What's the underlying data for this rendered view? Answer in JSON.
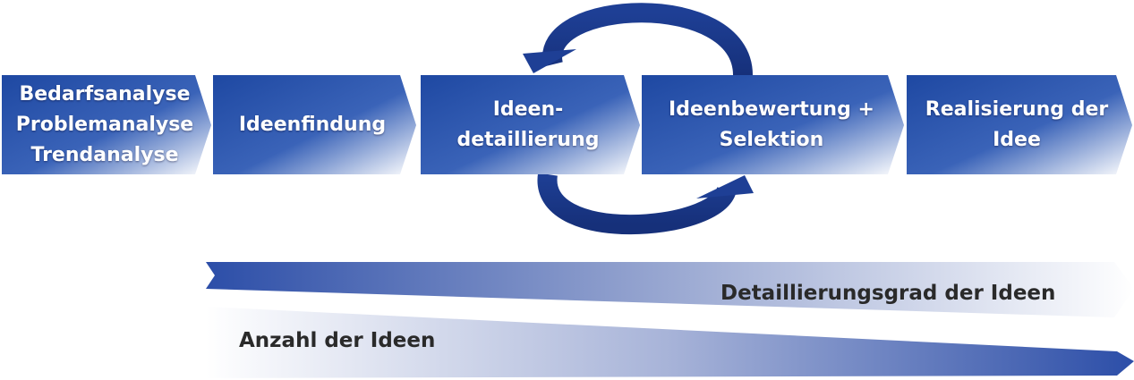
{
  "stages": [
    {
      "lines": [
        "Bedarfsanalyse",
        "Problemanalyse",
        "Trendanalyse"
      ]
    },
    {
      "lines": [
        "Ideenfindung"
      ]
    },
    {
      "lines": [
        "Ideen-",
        "detaillierung"
      ]
    },
    {
      "lines": [
        "Ideenbewertung +",
        "Selektion"
      ]
    },
    {
      "lines": [
        "Realisierung der",
        "Idee"
      ]
    }
  ],
  "wedges": {
    "detail_label": "Detaillierungsgrad der Ideen",
    "count_label": "Anzahl der Ideen"
  },
  "colors": {
    "stage_dark": "#1f4aa3",
    "stage_light": "#ffffff",
    "cycle_arrow": "#1e3f95",
    "wedge_dark": "#2c4ea8",
    "label_text": "#2a2a2a"
  }
}
